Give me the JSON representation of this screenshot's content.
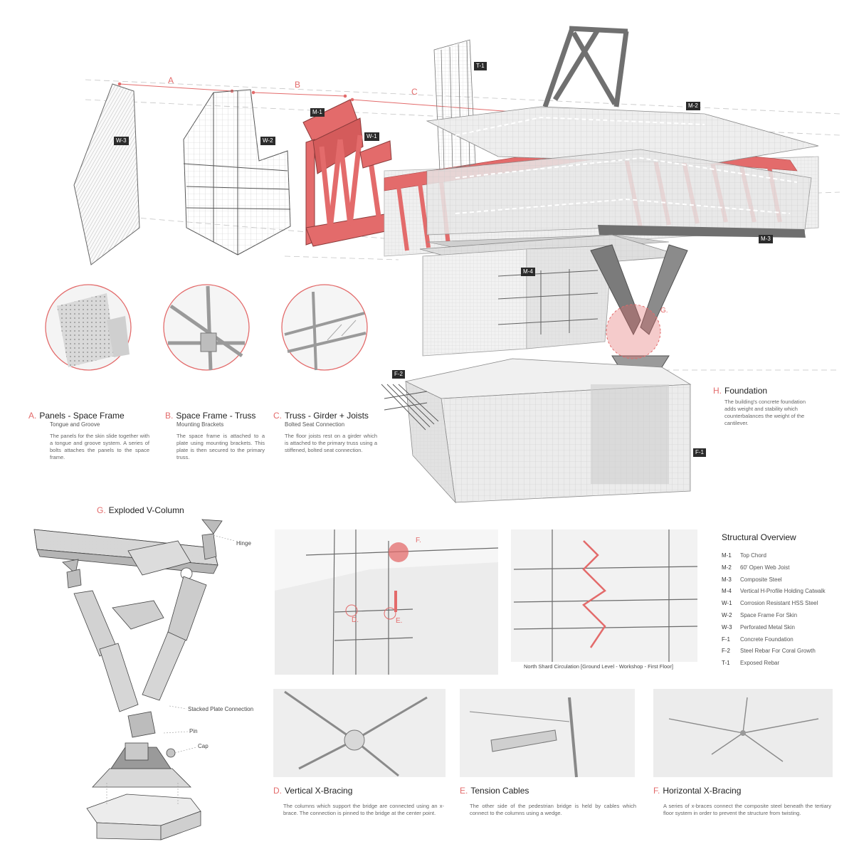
{
  "dimensions": {
    "a": "A",
    "b": "B",
    "c": "C"
  },
  "tags": {
    "t1": "T-1",
    "m1": "M-1",
    "m2": "M-2",
    "m3": "M-3",
    "m4": "M-4",
    "w1": "W-1",
    "w2": "W-2",
    "w3": "W-3",
    "f1": "F-1",
    "f2": "F-2"
  },
  "g_marker": "G.",
  "callouts": {
    "a": {
      "letter": "A.",
      "title": "Panels - Space Frame",
      "subtitle": "Tongue and Groove",
      "body": "The panels for the skin slide together with a tongue and groove system. A series of bolts attaches the panels to the space frame."
    },
    "b": {
      "letter": "B.",
      "title": "Space Frame - Truss",
      "subtitle": "Mounting Brackets",
      "body": "The space frame is attached to a plate using mounting brackets. This plate is then secured to the primary truss."
    },
    "c": {
      "letter": "C.",
      "title": "Truss - Girder + Joists",
      "subtitle": "Bolted Seat Connection",
      "body": "The floor joists rest on a girder which is attached to the primary truss using a stiffened, bolted seat connection."
    },
    "h": {
      "letter": "H.",
      "title": "Foundation",
      "body": "The building's concrete foundation adds weight and stability which counterbalances the weight of the cantilever."
    }
  },
  "exploded": {
    "letter": "G.",
    "title": "Exploded V-Column",
    "labels": {
      "hinge": "Hinge",
      "stacked": "Stacked Plate Connection",
      "pin": "Pin",
      "cap": "Cap"
    }
  },
  "views": {
    "marker_f": "F.",
    "marker_d": "D.",
    "marker_e": "E.",
    "circulation_caption": "North Shard Circulation [Ground Level - Workshop - First Floor]"
  },
  "legend": {
    "title": "Structural Overview",
    "items": [
      {
        "code": "M-1",
        "label": "Top Chord"
      },
      {
        "code": "M-2",
        "label": "60' Open Web Joist"
      },
      {
        "code": "M-3",
        "label": "Composite Steel"
      },
      {
        "code": "M-4",
        "label": "Vertical H-Profile Holding Catwalk"
      },
      {
        "code": "W-1",
        "label": "Corrosion Resistant HSS Steel"
      },
      {
        "code": "W-2",
        "label": "Space Frame For Skin"
      },
      {
        "code": "W-3",
        "label": "Perforated Metal Skin"
      },
      {
        "code": "F-1",
        "label": "Concrete Foundation"
      },
      {
        "code": "F-2",
        "label": "Steel Rebar For Coral Growth"
      },
      {
        "code": "T-1",
        "label": "Exposed Rebar"
      }
    ]
  },
  "details": {
    "d": {
      "letter": "D.",
      "title": "Vertical X-Bracing",
      "body": "The columns which support the bridge are connected using an x-brace. The connection is pinned to the bridge at the center point."
    },
    "e": {
      "letter": "E.",
      "title": "Tension Cables",
      "body": "The other side of the pedestrian bridge is held by cables which connect to the columns using a wedge."
    },
    "f": {
      "letter": "F.",
      "title": "Horizontal X-Bracing",
      "body": "A series of x-braces connect the composite steel beneath the tertiary floor system in order to prevent the structure from twisting."
    }
  },
  "colors": {
    "accent": "#e36b6b",
    "steel": "#9a9a9a",
    "dark": "#2b2b2b"
  }
}
